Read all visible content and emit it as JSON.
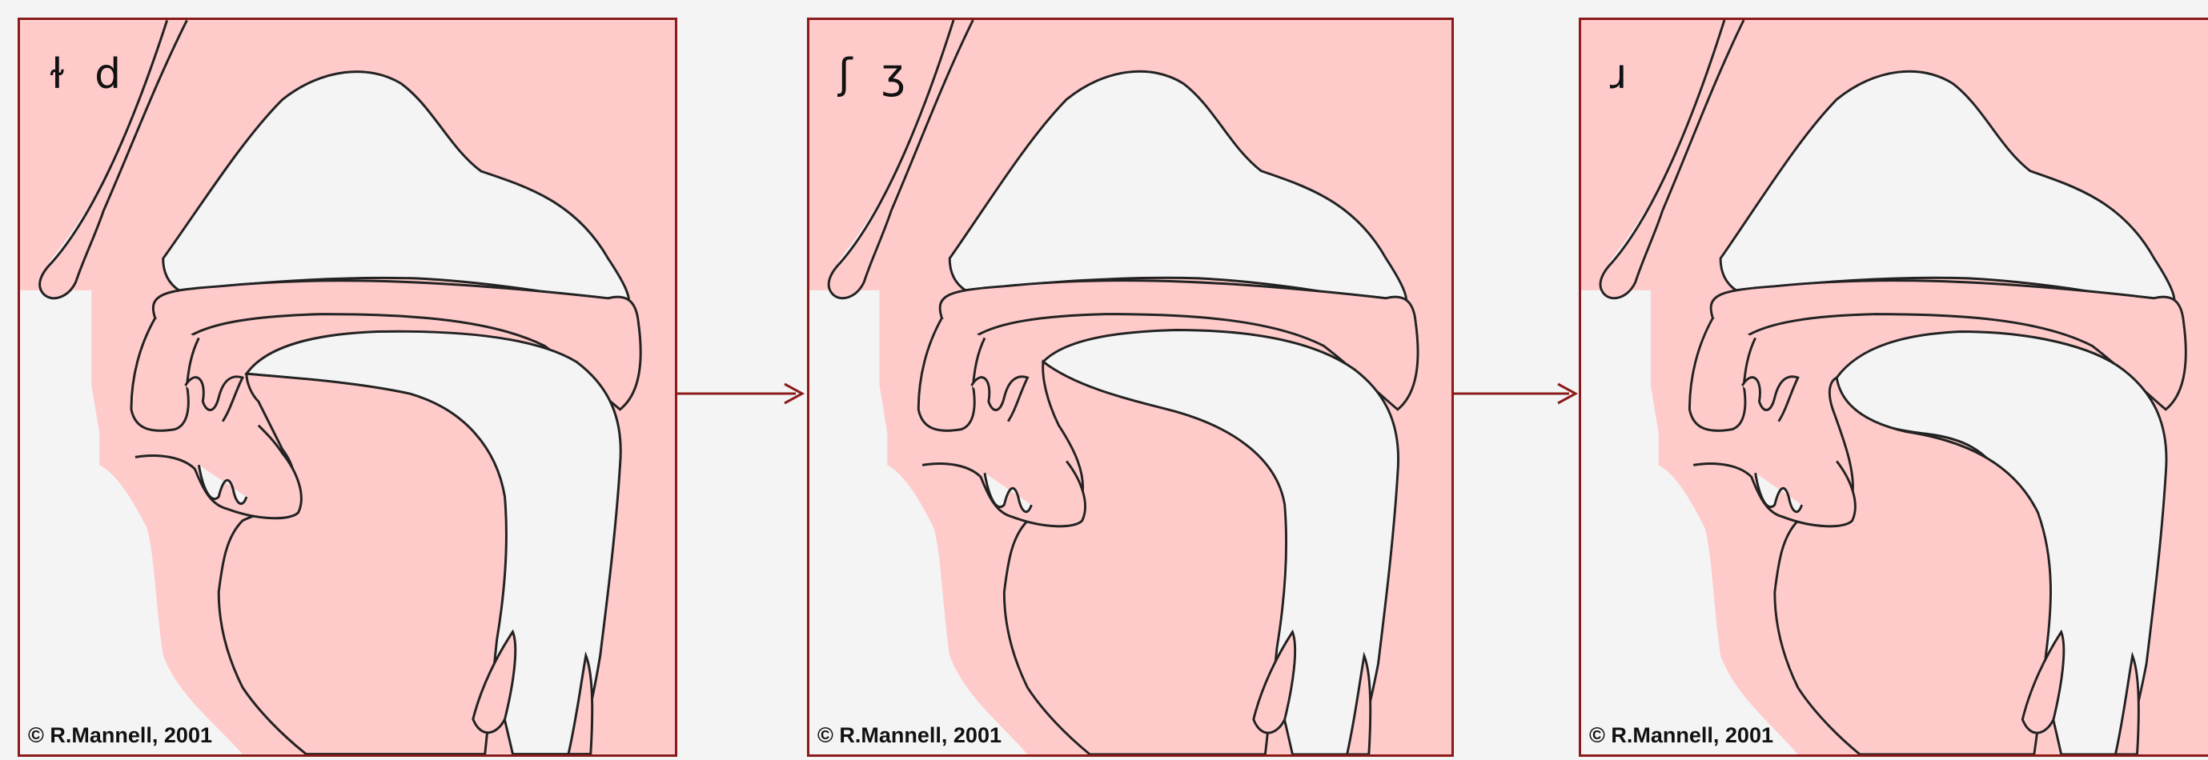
{
  "panels": [
    {
      "symbols": "ɫ d",
      "copyright": "© R.Mannell, 2001"
    },
    {
      "symbols": "ʃ ʒ",
      "copyright": "© R.Mannell, 2001"
    },
    {
      "symbols": "ɹ",
      "copyright": "© R.Mannell, 2001"
    }
  ],
  "colors": {
    "tissue": "#ffcaca",
    "air": "#f4f4f4",
    "frame": "#8b1a1a",
    "outline": "#222222"
  },
  "icons": [
    "arrow-right-icon"
  ]
}
